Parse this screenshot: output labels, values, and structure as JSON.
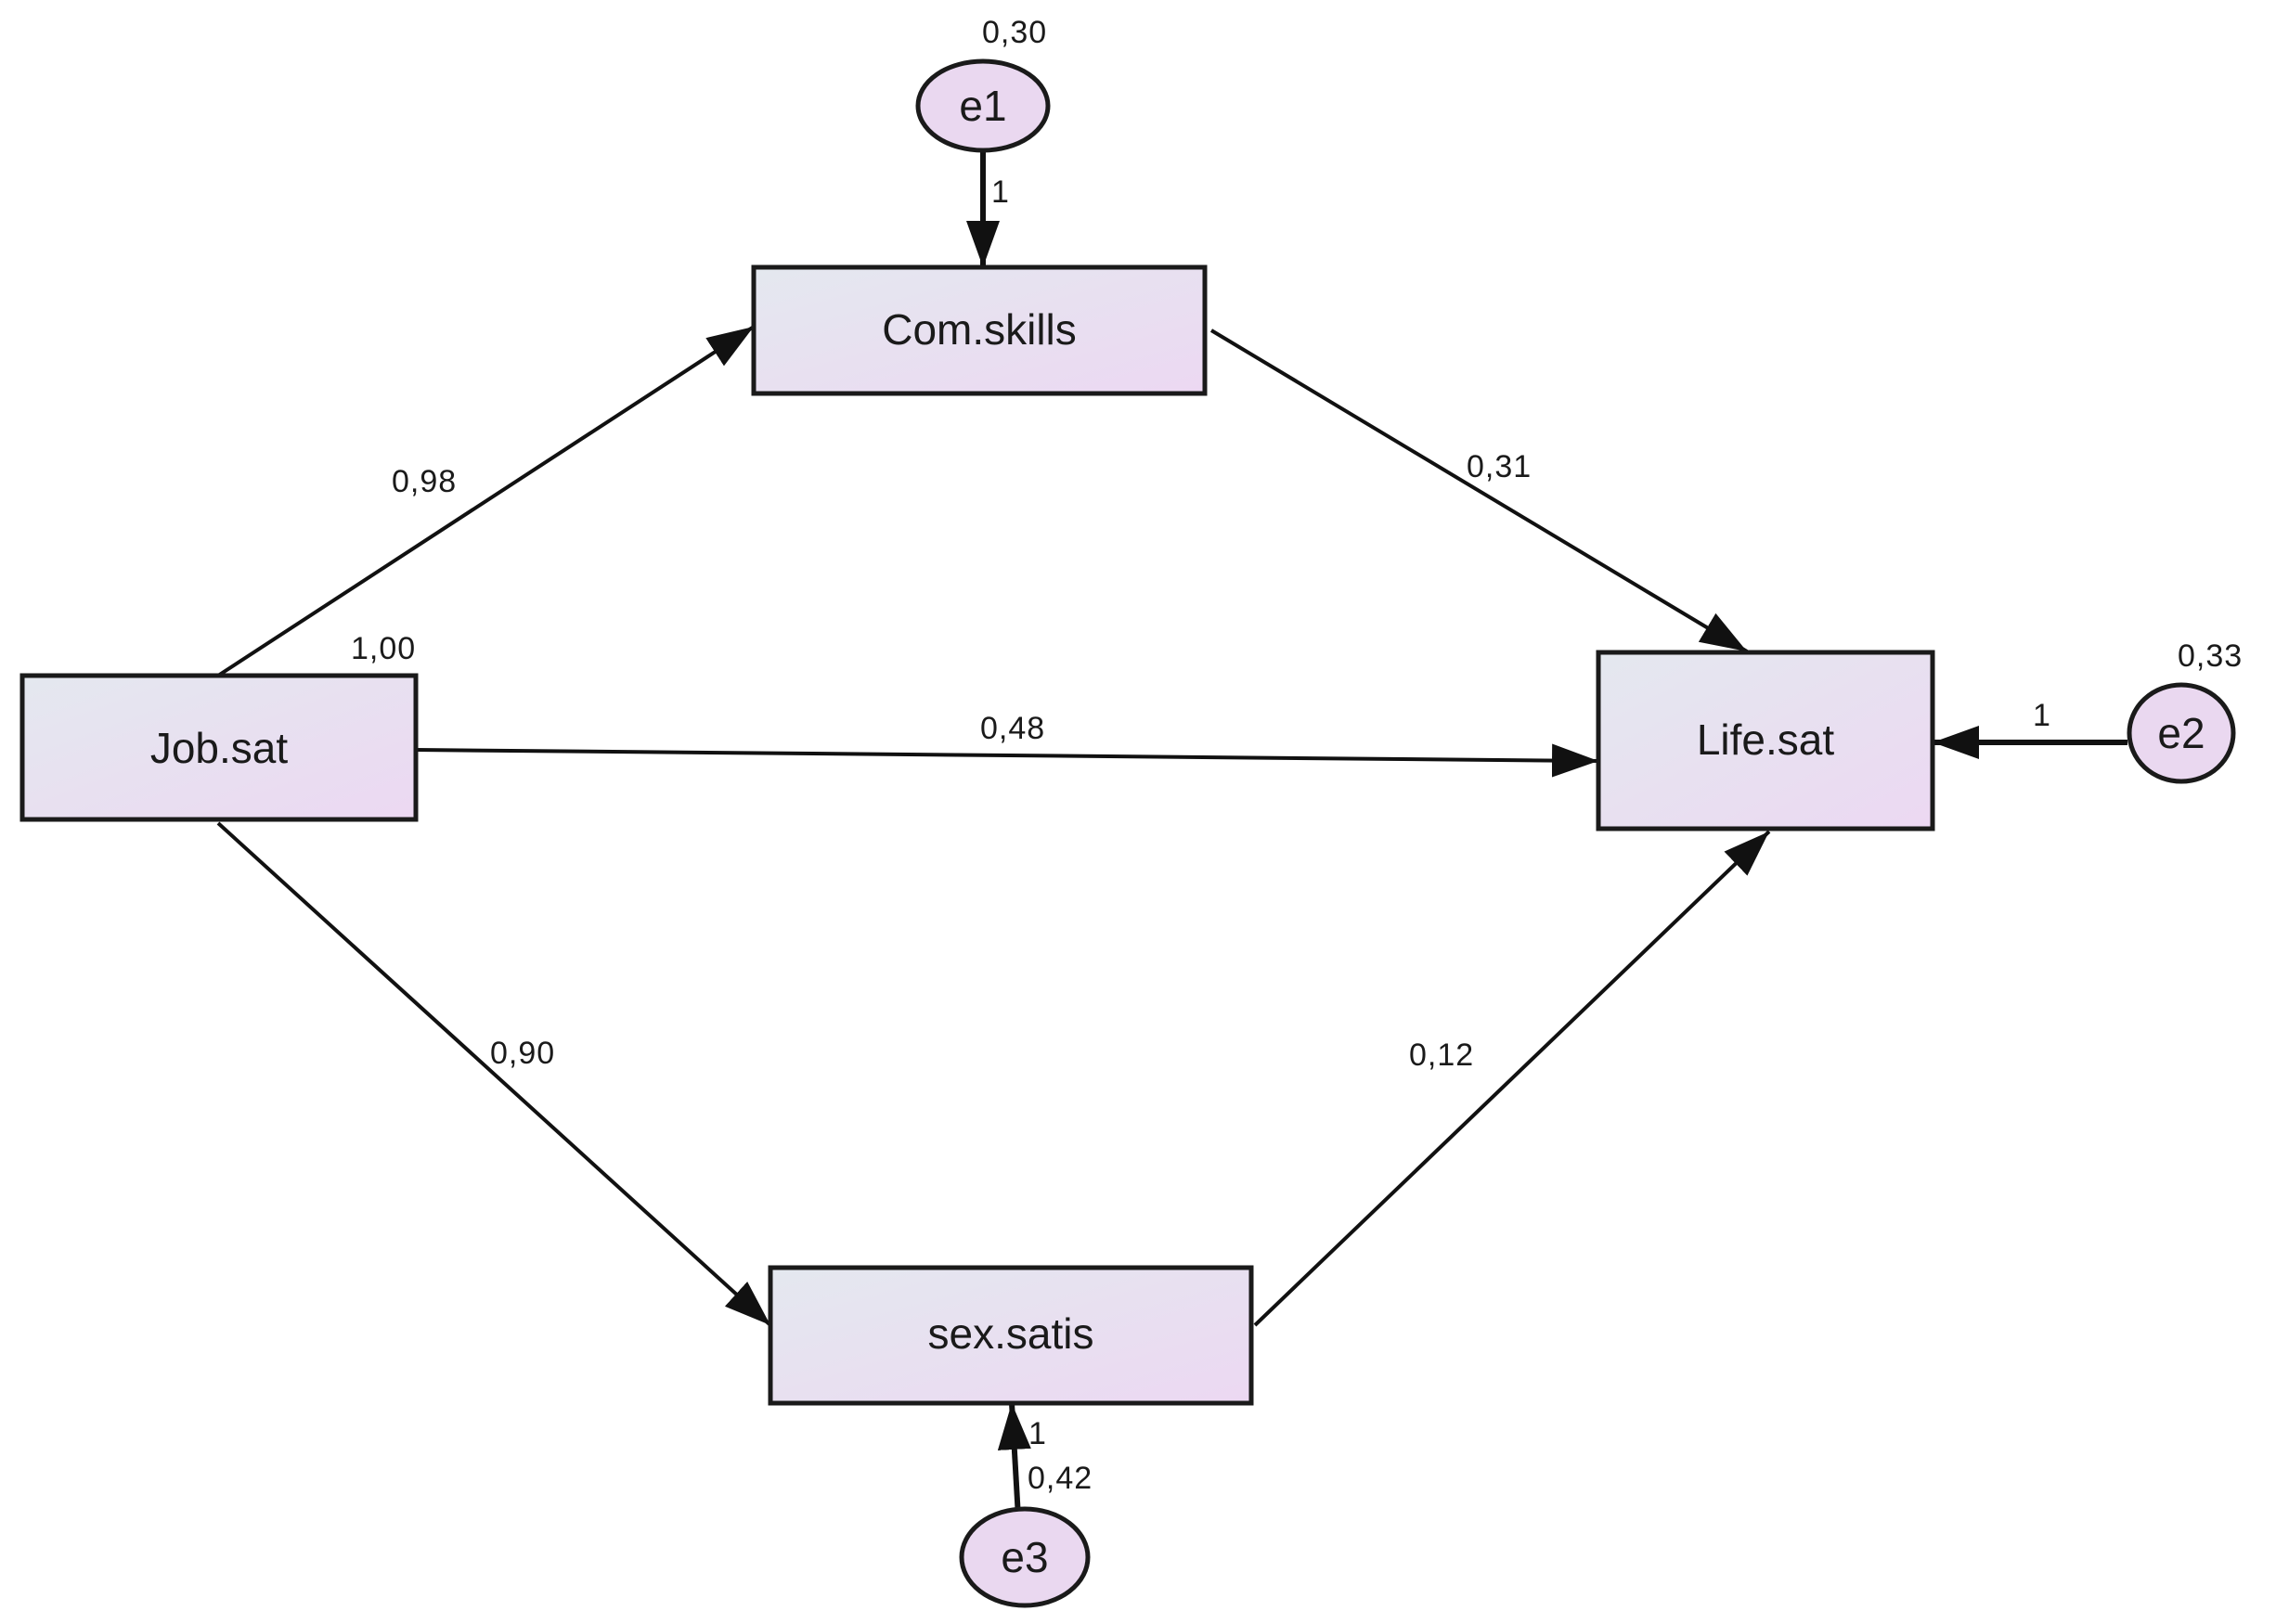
{
  "nodes": {
    "job_sat": "Job.sat",
    "com_skills": "Com.skills",
    "life_sat": "Life.sat",
    "sex_satis": "sex.satis",
    "e1": "e1",
    "e2": "e2",
    "e3": "e3"
  },
  "variances": {
    "job_sat": "1,00",
    "e1": "0,30",
    "e2": "0,33",
    "e3": "0,42"
  },
  "paths": {
    "job_to_com": "0,98",
    "com_to_life": "0,31",
    "job_to_life": "0,48",
    "job_to_sex": "0,90",
    "sex_to_life": "0,12",
    "e1_to_com": "1",
    "e2_to_life": "1",
    "e3_to_sex": "1"
  },
  "colors": {
    "box_fill_left": "#e4e8ef",
    "box_fill_right": "#ecd8f2",
    "circle_fill": "#ead8f0",
    "stroke": "#1a1a1a"
  }
}
